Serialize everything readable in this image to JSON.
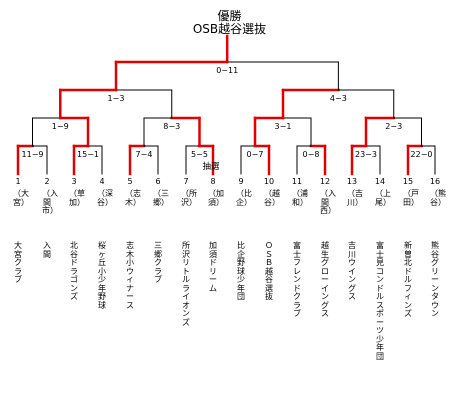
{
  "title": {
    "winner_label": "優勝",
    "champion": "OSB越谷選抜"
  },
  "teams": [
    {
      "seed": "1",
      "area": "（大宮）",
      "name": "大宮クラブ"
    },
    {
      "seed": "2",
      "area": "（入間市）",
      "name": "入間"
    },
    {
      "seed": "3",
      "area": "（草加）",
      "name": "北谷ドラゴンズ"
    },
    {
      "seed": "4",
      "area": "（深谷）",
      "name": "桜ヶ丘小少年野球"
    },
    {
      "seed": "5",
      "area": "（志木）",
      "name": "志木小ウィナース"
    },
    {
      "seed": "6",
      "area": "（三郷）",
      "name": "三郷クラブ"
    },
    {
      "seed": "7",
      "area": "（所沢）",
      "name": "所沢リトルライオンズ"
    },
    {
      "seed": "8",
      "area": "（加須）",
      "name": "加須ドリーム"
    },
    {
      "seed": "9",
      "area": "（比企）",
      "name": "比企野球少年団"
    },
    {
      "seed": "10",
      "area": "（越谷）",
      "name": "ＯＳＢ越谷選抜"
    },
    {
      "seed": "11",
      "area": "（浦和）",
      "name": "富士フレンドクラブ"
    },
    {
      "seed": "12",
      "area": "（入間西）",
      "name": "越生グローイングス"
    },
    {
      "seed": "13",
      "area": "（吉川）",
      "name": "吉川ウイングス"
    },
    {
      "seed": "14",
      "area": "（上尾）",
      "name": "富士見コンドルスポーツ少年団"
    },
    {
      "seed": "15",
      "area": "（戸田）",
      "name": "新曽北ドルフィンズ"
    },
    {
      "seed": "16",
      "area": "（熊谷）",
      "name": "熊谷グリーンタウン"
    }
  ],
  "round1": [
    {
      "score": "11−9",
      "winner": "top"
    },
    {
      "score": "15−1",
      "winner": "top"
    },
    {
      "score": "7−4",
      "winner": "top"
    },
    {
      "score": "5−5",
      "winner": "bottom",
      "note": "抽選"
    },
    {
      "score": "0−7",
      "winner": "bottom"
    },
    {
      "score": "0−8",
      "winner": "bottom"
    },
    {
      "score": "23−3",
      "winner": "top"
    },
    {
      "score": "22−0",
      "winner": "top"
    }
  ],
  "quarterfinals": [
    {
      "score": "1−9",
      "winner": "bottom"
    },
    {
      "score": "8−3",
      "winner": "bottom"
    },
    {
      "score": "3−1",
      "winner": "top"
    },
    {
      "score": "2−3",
      "winner": "top"
    }
  ],
  "semifinals": [
    {
      "score": "1−3",
      "winner": "top"
    },
    {
      "score": "4−3",
      "winner": "top"
    }
  ],
  "final": {
    "score": "0−11",
    "winner": "top"
  },
  "colors": {
    "winner_line": "#e00000",
    "loser_line": "#000000"
  }
}
